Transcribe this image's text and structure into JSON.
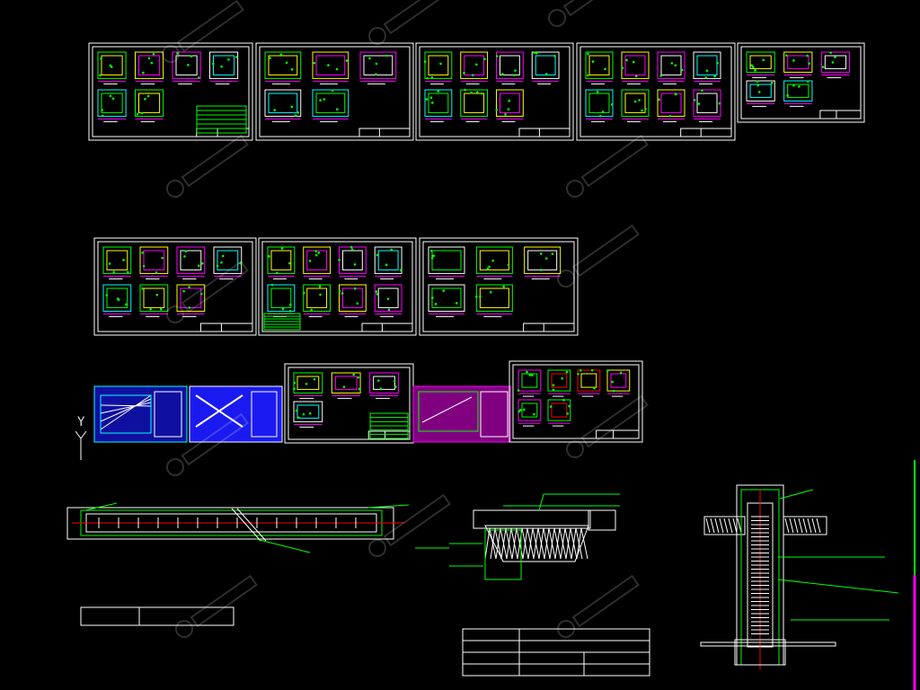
{
  "app": {
    "canvas": {
      "background": "#000000"
    },
    "ucs": {
      "axis_label": "Y"
    },
    "watermark": {
      "present": true,
      "mark": "logo"
    },
    "colors": {
      "frame": "#ffffff",
      "green": "#00ff00",
      "yellow": "#ffff00",
      "magenta": "#ff00ff",
      "cyan": "#00ffff",
      "red": "#ff0000",
      "blue": "#2040ff",
      "dark_blue": "#1010a0"
    },
    "sheet_rows": [
      {
        "row": 1,
        "sheets": 5
      },
      {
        "row": 2,
        "sheets": 3
      },
      {
        "row": 3,
        "sheets": 5
      }
    ],
    "detail_views": [
      "handrail-plan",
      "pit-section",
      "escalator-elevation"
    ],
    "tables": 2
  }
}
